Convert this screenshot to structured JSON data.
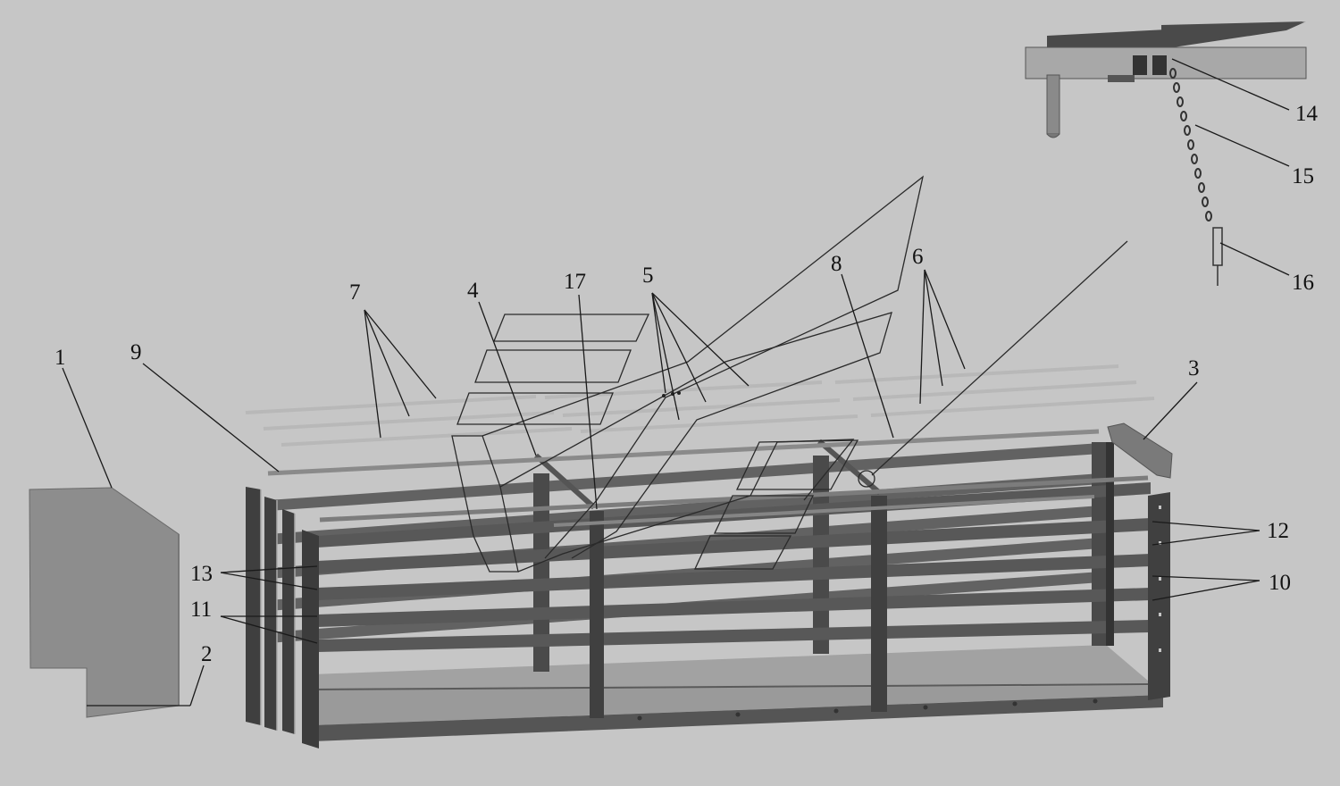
{
  "diagram": {
    "type": "exploded-assembly",
    "colors": {
      "background": "#c6c6c6",
      "frame": "#4d4d4d",
      "floor": "#9a9a9a",
      "cab": "#8d8d8d",
      "rail_light": "#b0b0b0",
      "outline": "#202020"
    },
    "callouts": [
      {
        "id": "1",
        "text": "1"
      },
      {
        "id": "2",
        "text": "2"
      },
      {
        "id": "3",
        "text": "3"
      },
      {
        "id": "4",
        "text": "4"
      },
      {
        "id": "5",
        "text": "5"
      },
      {
        "id": "6",
        "text": "6"
      },
      {
        "id": "7",
        "text": "7"
      },
      {
        "id": "8",
        "text": "8"
      },
      {
        "id": "9",
        "text": "9"
      },
      {
        "id": "10",
        "text": "10"
      },
      {
        "id": "11",
        "text": "11"
      },
      {
        "id": "12",
        "text": "12"
      },
      {
        "id": "13",
        "text": "13"
      },
      {
        "id": "14",
        "text": "14"
      },
      {
        "id": "15",
        "text": "15"
      },
      {
        "id": "16",
        "text": "16"
      },
      {
        "id": "17",
        "text": "17"
      }
    ]
  }
}
